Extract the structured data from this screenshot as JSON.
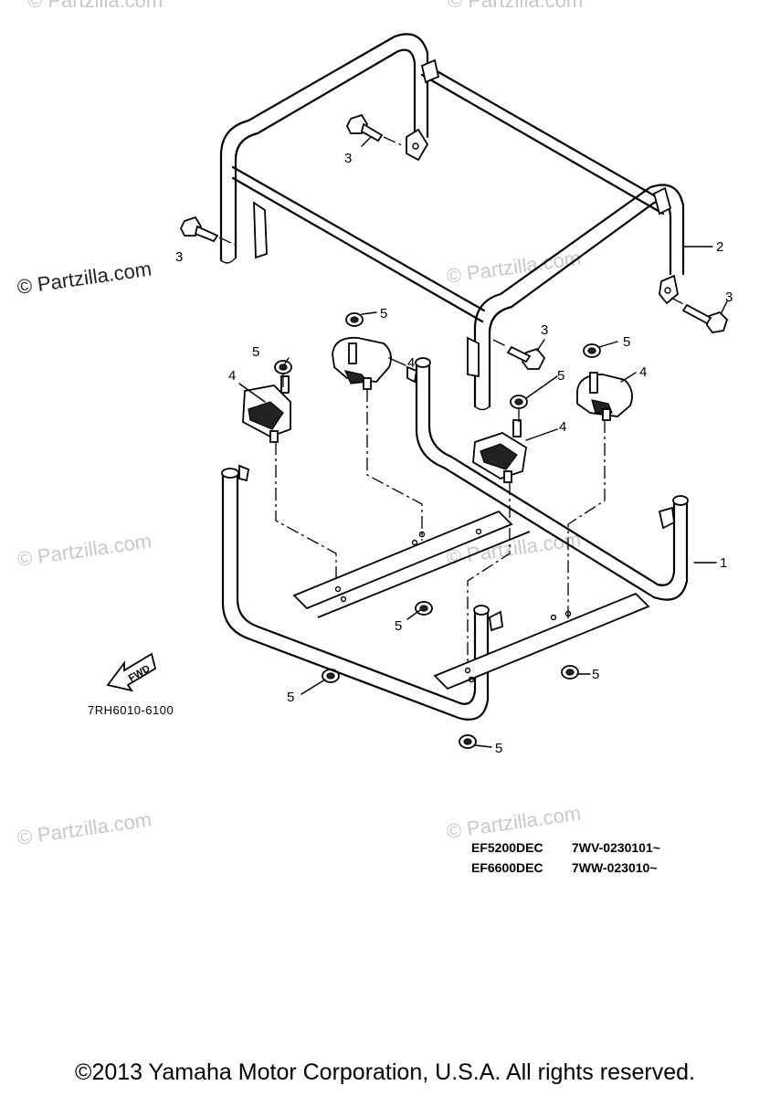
{
  "watermark": "© Partzilla.com",
  "callouts": {
    "frame_lower": "1",
    "frame_upper": "2",
    "bolt": "3",
    "damper": "4",
    "nut": "5"
  },
  "fwd_label": "FWD",
  "diagram_code": "7RH6010-6100",
  "applicability": [
    {
      "model": "EF5200DEC",
      "serial": "7WV-0230101~"
    },
    {
      "model": "EF6600DEC",
      "serial": "7WW-023010~"
    }
  ],
  "copyright": "©2013 Yamaha Motor Corporation, U.S.A. All rights reserved."
}
